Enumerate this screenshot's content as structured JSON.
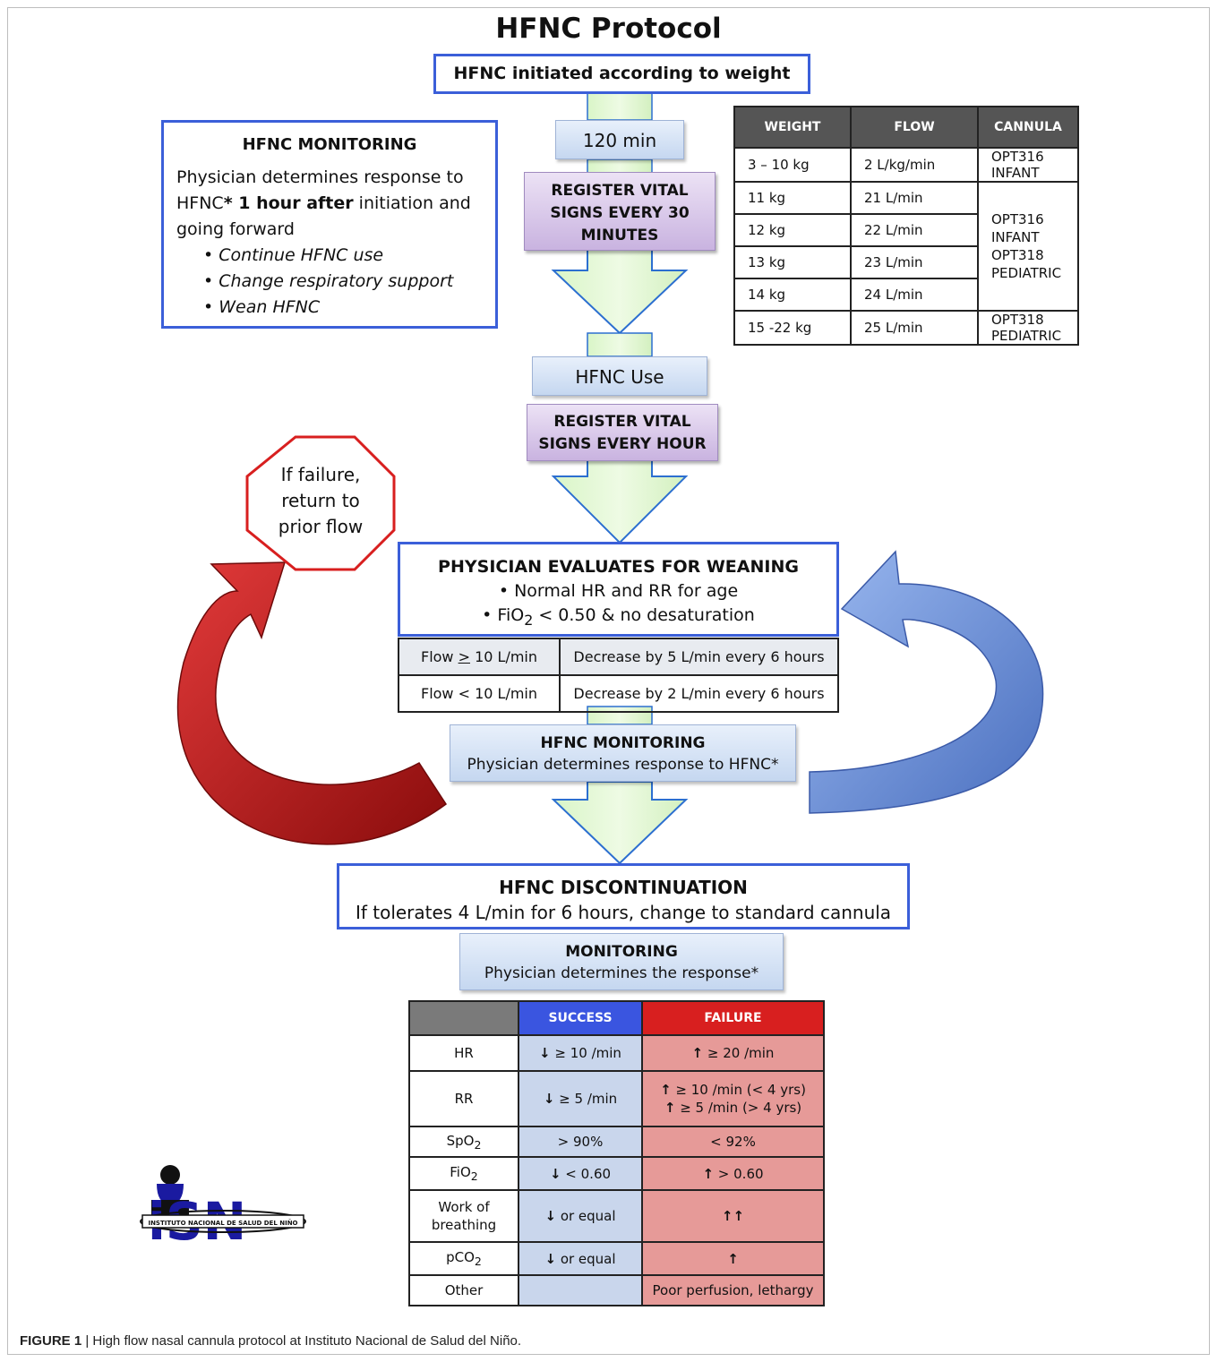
{
  "title": "HFNC Protocol",
  "init_box": "HFNC initiated according to weight",
  "monitor_left": {
    "heading": "HFNC MONITORING",
    "text_a": "Physician determines response to HFNC",
    "text_b": "* ",
    "text_bold": "1 hour after",
    "text_c": " initiation and going forward",
    "items": [
      "Continue HFNC use",
      "Change respiratory support",
      "Wean HFNC"
    ]
  },
  "step_120": "120 min",
  "register_30": "REGISTER VITAL SIGNS EVERY 30 MINUTES",
  "weight_table": {
    "headers": [
      "WEIGHT",
      "FLOW",
      "CANNULA"
    ],
    "rows": [
      {
        "weight": "3 – 10 kg",
        "flow": "2 L/kg/min",
        "cannula": "OPT316 INFANT"
      },
      {
        "weight": "11 kg",
        "flow": "21 L/min"
      },
      {
        "weight": "12 kg",
        "flow": "22 L/min"
      },
      {
        "weight": "13 kg",
        "flow": "23 L/min"
      },
      {
        "weight": "14 kg",
        "flow": "24 L/min"
      },
      {
        "weight": "15 -22 kg",
        "flow": "25 L/min",
        "cannula": "OPT318 PEDIATRIC"
      }
    ],
    "merged_cannula_1": "OPT316 INFANT",
    "merged_cannula_2": "OPT318 PEDIATRIC"
  },
  "hfnc_use": "HFNC Use",
  "register_hour": "REGISTER VITAL SIGNS EVERY HOUR",
  "failure_stop": {
    "line1": "If failure,",
    "line2": "return to",
    "line3": "prior flow"
  },
  "weaning": {
    "heading": "PHYSICIAN EVALUATES FOR WEANING",
    "item1": "Normal HR and RR for age",
    "item2_a": "FiO",
    "item2_sub": "2",
    "item2_b": " < 0.50 & no desaturation"
  },
  "flow_table": [
    {
      "cond_a": "Flow ",
      "cond_b": ">",
      "cond_c": " 10 L/min",
      "action": "Decrease by 5 L/min every 6 hours"
    },
    {
      "cond": "Flow < 10 L/min",
      "action": "Decrease by 2 L/min every 6 hours"
    }
  ],
  "monitor_mid": {
    "heading": "HFNC MONITORING",
    "text": "Physician determines response to HFNC*"
  },
  "discontinuation": {
    "heading": "HFNC DISCONTINUATION",
    "text": "If tolerates 4 L/min for 6 hours, change to standard cannula"
  },
  "monitor_bottom": {
    "heading": "MONITORING",
    "text": "Physician determines the response*"
  },
  "outcome_table": {
    "success_header": "SUCCESS",
    "failure_header": "FAILURE",
    "rows": [
      {
        "label": "HR",
        "success": "≥ 10 /min",
        "failure": "≥ 20 /min"
      },
      {
        "label": "RR",
        "success": "≥ 5 /min",
        "failure1": "≥ 10 /min (< 4 yrs)",
        "failure2": "≥ 5 /min (> 4 yrs)"
      },
      {
        "label_a": "SpO",
        "label_sub": "2",
        "success": "> 90%",
        "failure": "< 92%"
      },
      {
        "label_a": "FiO",
        "label_sub": "2",
        "success": "< 0.60",
        "failure": "> 0.60"
      },
      {
        "label1": "Work of",
        "label2": "breathing",
        "success": "or equal",
        "failure": ""
      },
      {
        "label_a": "pCO",
        "label_sub": "2",
        "success": "or equal",
        "failure": ""
      },
      {
        "label": "Other",
        "success": "",
        "failure": "Poor perfusion, lethargy"
      }
    ],
    "colors": {
      "success_header": "#3a55e0",
      "failure_header": "#d81f1f",
      "success_cell": "#c9d6ec",
      "failure_cell": "#e69a98"
    }
  },
  "logo": {
    "letters": "iSN",
    "ring_text": "INSTITUTO NACIONAL DE SALUD DEL NIÑO"
  },
  "caption": {
    "label": "FIGURE 1",
    "sep": " | ",
    "text": "High flow nasal cannula protocol at Instituto Nacional de Salud del Niño."
  }
}
